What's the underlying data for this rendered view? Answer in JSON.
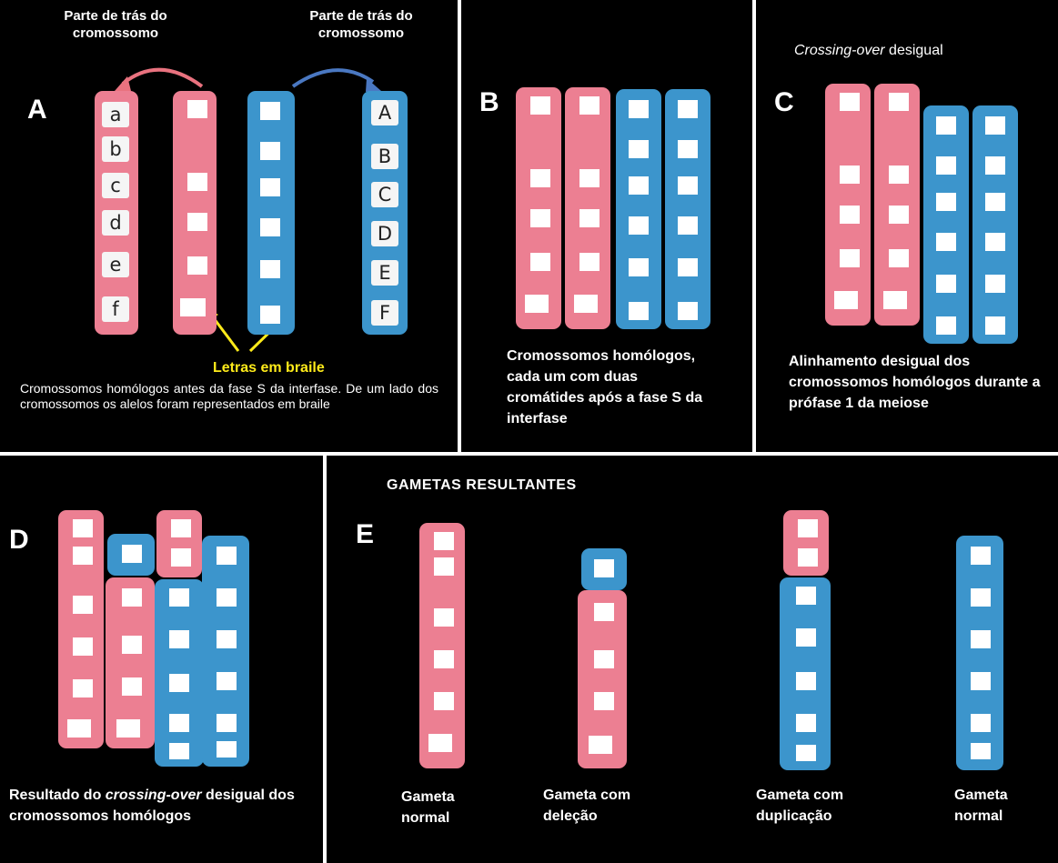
{
  "panelA": {
    "letter": "A",
    "back_left": "Parte de trás do cromossomo",
    "back_right": "Parte de trás do cromossomo",
    "braille_label": "Letras em braile",
    "caption": "Cromossomos homólogos antes da fase S da interfase. De um lado dos cromossomos os alelos foram representados em braile",
    "alleles_lower": [
      "a",
      "b",
      "c",
      "d",
      "e",
      "f"
    ],
    "alleles_upper": [
      "A",
      "B",
      "C",
      "D",
      "E",
      "F"
    ]
  },
  "panelB": {
    "letter": "B",
    "caption": "Cromossomos homólogos, cada um com duas cromátides após a fase S da interfase"
  },
  "panelC": {
    "letter": "C",
    "title_italic": "Crossing-over",
    "title_rest": " desigual",
    "caption": "Alinhamento desigual dos cromossomos homólogos durante a prófase 1 da meiose"
  },
  "panelD": {
    "letter": "D",
    "caption_pre": "Resultado do ",
    "caption_italic": "crossing-over",
    "caption_post": " desigual dos cromossomos homólogos"
  },
  "panelE": {
    "letter": "E",
    "title": "GAMETAS RESULTANTES",
    "gametes": [
      "Gameta normal",
      "Gameta com deleção",
      "Gameta com duplicação",
      "Gameta normal"
    ]
  },
  "colors": {
    "pink": "#ec7f92",
    "blue": "#3c95cc",
    "background": "#000000",
    "arrow_pink": "#e9727f",
    "arrow_blue": "#4a78c2",
    "braille_arrow": "#ffeb1a"
  }
}
